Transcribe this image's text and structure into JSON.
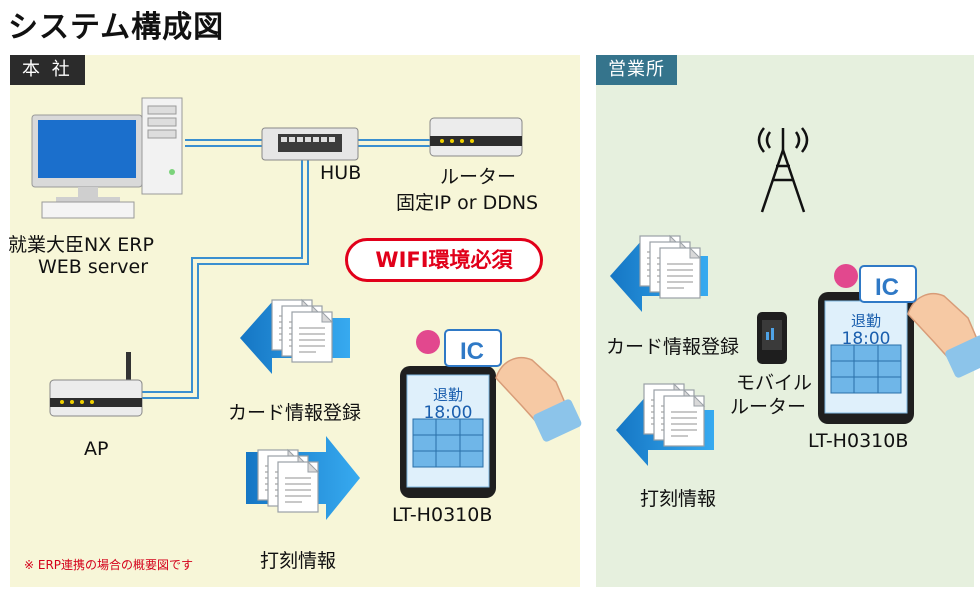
{
  "title": "システム構成図",
  "hq": {
    "tag": "本 社",
    "hub": "HUB",
    "router_line1": "ルーター",
    "router_line2": "固定IP or DDNS",
    "server_line1": "就業大臣NX ERP",
    "server_line2": "WEB server",
    "wifi_badge": "WIFI環境必須",
    "card_reg": "カード情報登録",
    "ap": "AP",
    "terminal": "LT-H0310B",
    "stamp": "打刻情報",
    "note": "※ ERP連携の場合の概要図です"
  },
  "branch": {
    "tag": "営業所",
    "card_reg": "カード情報登録",
    "mobile_line1": "モバイル",
    "mobile_line2": "ルーター",
    "terminal": "LT-H0310B",
    "stamp": "打刻情報"
  },
  "tablet_screen": {
    "status": "退勤",
    "time": "18:00",
    "card": "IC"
  },
  "colors": {
    "hq_bg": "#f7f6d8",
    "branch_bg": "#e6f0de",
    "branch_tag": "#35748c",
    "arrow_blue": "#1e90d6",
    "badge_red": "#e1001a",
    "cable": "#3a8fd0"
  }
}
